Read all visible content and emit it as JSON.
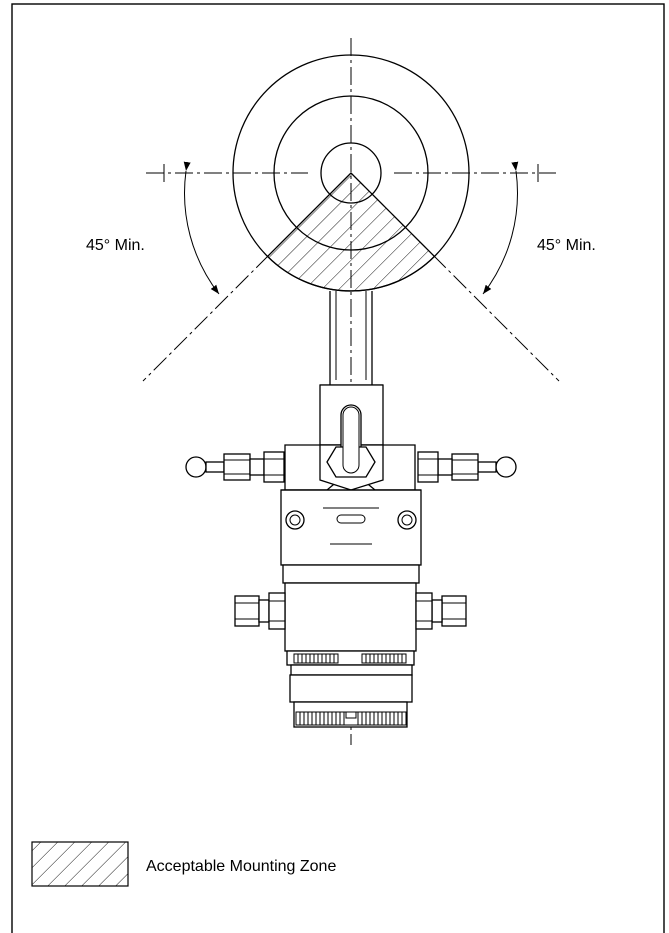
{
  "angle_labels": {
    "left": "45° Min.",
    "right": "45° Min."
  },
  "legend": {
    "label": "Acceptable Mounting Zone"
  }
}
